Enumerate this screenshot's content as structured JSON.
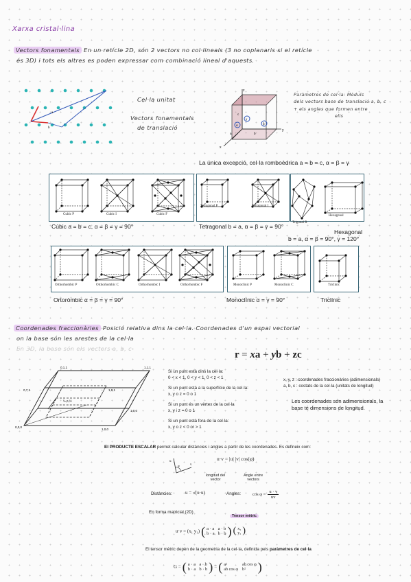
{
  "header": {
    "title": "Xarxa cristal·lina"
  },
  "s1": {
    "label": "Vectors fonamentals",
    "line1": "En un retícle 2D, són 2 vectors no col·lineals (3 no coplanaris si el retícle",
    "line2": "és 3D) i tots els altres es poden expressar com combinació lineal d'aquests.",
    "note_cell": "Cel·la unitat",
    "note_vectors_1": "Vectors fonamentals",
    "note_vectors_2": "de translació",
    "params_1": "Paràmetres de cel·la: Mòduls",
    "params_2": "dels vectors base de translació a, b, c",
    "params_3": "+ els angles que formen entre",
    "params_4": "ells",
    "sym_a": "a",
    "sym_b": "b",
    "sym_c": "c",
    "sym_x": "x",
    "sym_y": "y",
    "sym_z": "z",
    "sym_alpha": "α",
    "sym_beta": "β",
    "sym_gamma": "γ"
  },
  "bravais": {
    "exception": "La única excepció, cel·la romboèdrica a = b = c, α = β = γ",
    "cubic": {
      "labels": [
        "Cubic P",
        "Cubic I",
        "Cubic F"
      ],
      "caption": "Cúbic a = b = c, α = β = γ = 90°"
    },
    "tetragonal": {
      "labels": [
        "Tetragonal P",
        "Tetragonal I"
      ],
      "caption": "Tetragonal b = a, α = β = γ = 90°"
    },
    "hexagonal": {
      "labels": [
        "Trigonal R",
        "Hexagonal"
      ],
      "caption_1": "Hexagonal",
      "caption_2": "b = a, α = β = 90°, γ = 120°"
    },
    "orthorhombic": {
      "labels": [
        "Orthorhombic P",
        "Orthorhombic C",
        "Orthorhombic I",
        "Orthorhombic F"
      ],
      "caption": "Ortoròmbic α = β = γ = 90°"
    },
    "monoclinic": {
      "labels": [
        "Monoclinic P",
        "Monoclinic C"
      ],
      "caption": "Monoclínic α = γ = 90°"
    },
    "triclinic": {
      "labels": [
        "Triclinic"
      ],
      "caption": "Triclínic"
    }
  },
  "s2": {
    "label": "Coordenades fraccionàries",
    "line1": "Posició relativa dins la cel·la. Coordenades d'un espai vectorial",
    "line2": "on la base són les arestes de la cel·la",
    "line3": "En 3D, la base són els vectors a, b, c",
    "formula_r": "r",
    "formula_x": "x",
    "formula_y": "y",
    "formula_z": "z",
    "formula_a": "a",
    "formula_b": "b",
    "formula_c": "c",
    "formula_eq": "=",
    "formula_plus": "+",
    "inside_1": "Si un punt està dins la cel·la:",
    "inside_2": "0 < x < 1, 0 < y < 1, 0 < z < 1",
    "surface_1": "Si un punt està a la superfície de la cel·la:",
    "surface_2": "x, y o z = 0 o 1",
    "vertex_1": "Si un punt és un vèrtex de la cel·la",
    "vertex_2": "x, y i z = 0 o 1",
    "outside_1": "Si un punt està fora de la cel·la:",
    "outside_2": "x, y o z < 0 or > 1",
    "coords_1": "x, y, z : coordenades fraccionàries (adimensionals)",
    "coords_2": "a, b, c : costats de la cel·la (unitats de longitud)",
    "dim_1": "Les coordenades són adimensionals, la",
    "dim_2": "base té dimensions de longitud.",
    "pt_labels": [
      "0,1,1",
      "1,1,1",
      "0,7,1",
      "1,0,1",
      "0,0,0",
      "1,0,0",
      "1,0,0",
      "½,0,½"
    ]
  },
  "s3": {
    "intro_bold": "El PRODUCTE ESCALAR",
    "intro_rest": " permet calcular distàncies i angles a partir de les coordenades. Es defineix com:",
    "dot_formula": "u·v = |u| |v| cos(φ)",
    "lbl_length_1": "longitud del",
    "lbl_length_2": "vector",
    "lbl_angle_1": "Angle entre",
    "lbl_angle_2": "vectors",
    "lbl_u": "u",
    "lbl_v": "v",
    "lbl_phi": "φ",
    "dist_label": "Distàncies:",
    "dist_formula": "u = √(u·u)",
    "angle_label": "Angles:",
    "angle_formula": "cos φ =",
    "angle_num": "u · v",
    "angle_den": "uv",
    "matrix_intro": "En forma matricial (2D)",
    "tensor_label": "Tensor mètric",
    "matrix_lhs": "u·v = (x₁  y₁)",
    "tensor_note_plain": "El tensor mètric depèn de la geometria de la cel·la, definida pels ",
    "tensor_note_bold": "paràmetres de cel·la",
    "g_lhs": "G =",
    "m_aa": "a · a",
    "m_ab": "a · b",
    "m_ba": "b · a",
    "m_bb": "b · b",
    "m_x2": "x₂",
    "m_y2": "y₂",
    "g_a2": "a²",
    "g_abcos": "ab cos φ",
    "g_b2": "b²"
  },
  "colors": {
    "accent": "#8b3fa8",
    "highlight": "#e9cdf3",
    "box": "#3c6878",
    "lattice": "#2ab4b4",
    "vector_red": "#d93030",
    "vector_blue": "#2f56b8",
    "cell_pink": "#c98b98"
  }
}
